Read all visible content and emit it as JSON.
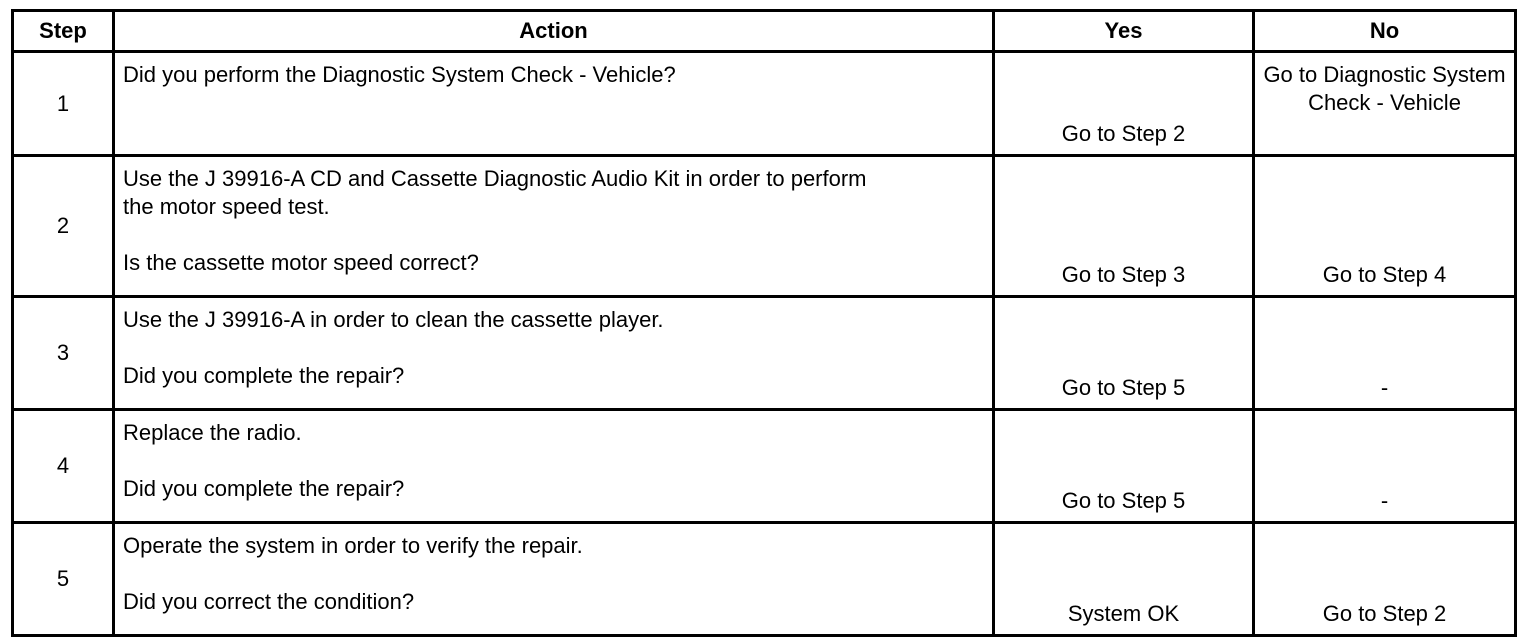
{
  "headers": {
    "step": "Step",
    "action": "Action",
    "yes": "Yes",
    "no": "No"
  },
  "rows": [
    {
      "step": "1",
      "action_lines": [
        "Did you perform the Diagnostic System Check - Vehicle?"
      ],
      "question": "",
      "yes": "Go to Step 2",
      "no_lines": [
        "Go to Diagnostic",
        "System Check -",
        "Vehicle"
      ]
    },
    {
      "step": "2",
      "action_lines": [
        "Use the J 39916-A CD and Cassette Diagnostic Audio Kit in order to perform",
        "the motor speed test."
      ],
      "question": "Is the cassette motor speed correct?",
      "yes": "Go to Step 3",
      "no_lines": [
        "Go to Step 4"
      ]
    },
    {
      "step": "3",
      "action_lines": [
        "Use the J 39916-A in order to clean the cassette player."
      ],
      "question": "Did you complete the repair?",
      "yes": "Go to Step 5",
      "no_lines": [
        "-"
      ]
    },
    {
      "step": "4",
      "action_lines": [
        "Replace the radio."
      ],
      "question": "Did you complete the repair?",
      "yes": "Go to Step 5",
      "no_lines": [
        "-"
      ]
    },
    {
      "step": "5",
      "action_lines": [
        "Operate the system in order to verify the repair."
      ],
      "question": "Did you correct the condition?",
      "yes": "System OK",
      "no_lines": [
        "Go to Step 2"
      ]
    }
  ]
}
